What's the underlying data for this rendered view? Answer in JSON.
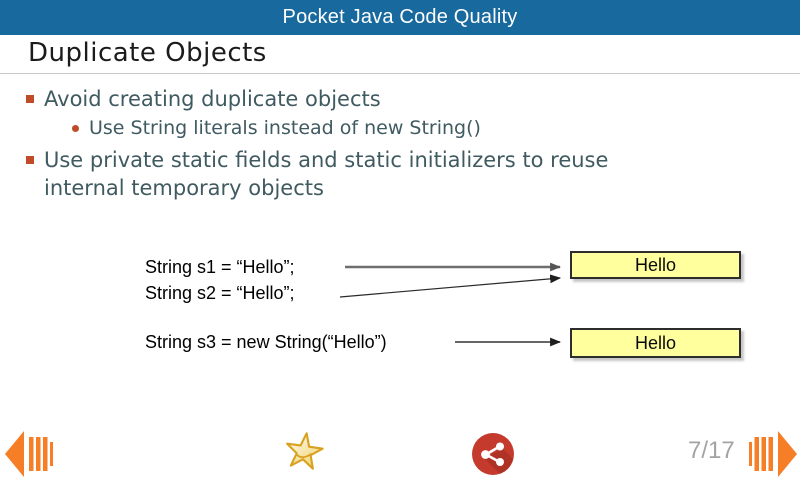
{
  "header": {
    "title": "Pocket Java Code Quality"
  },
  "slide": {
    "title": "Duplicate Objects",
    "bullets": [
      {
        "level": 1,
        "marker": "square-bullet",
        "text": "Avoid creating duplicate objects"
      },
      {
        "level": 2,
        "marker": "round-bullet",
        "text": "Use String literals instead of new String()"
      },
      {
        "level": 1,
        "marker": "square-bullet",
        "text": "Use private static fields and static initializers to reuse\ninternal temporary objects"
      }
    ],
    "diagram": {
      "code_lines": [
        "String s1 = “Hello”;",
        "String s2 = “Hello”;",
        "String s3 = new String(“Hello”)"
      ],
      "boxes": [
        {
          "label": "Hello"
        },
        {
          "label": "Hello"
        }
      ]
    }
  },
  "footer": {
    "page_indicator": "7/17",
    "icons": {
      "prev": "previous-slide-arrow-icon",
      "star": "favorite-star-icon",
      "share": "share-icon",
      "next": "next-slide-arrow-icon"
    }
  },
  "colors": {
    "titlebar_blue": "#17699e",
    "bullet_marker_red": "#bf4b28",
    "bullet_text_slate": "#3f5a60",
    "box_yellow": "#ffff9e",
    "nav_orange": "#f57e27",
    "share_red": "#c43a2c",
    "star_gold": "#d8a11f",
    "page_gray": "#a3a3a3"
  }
}
